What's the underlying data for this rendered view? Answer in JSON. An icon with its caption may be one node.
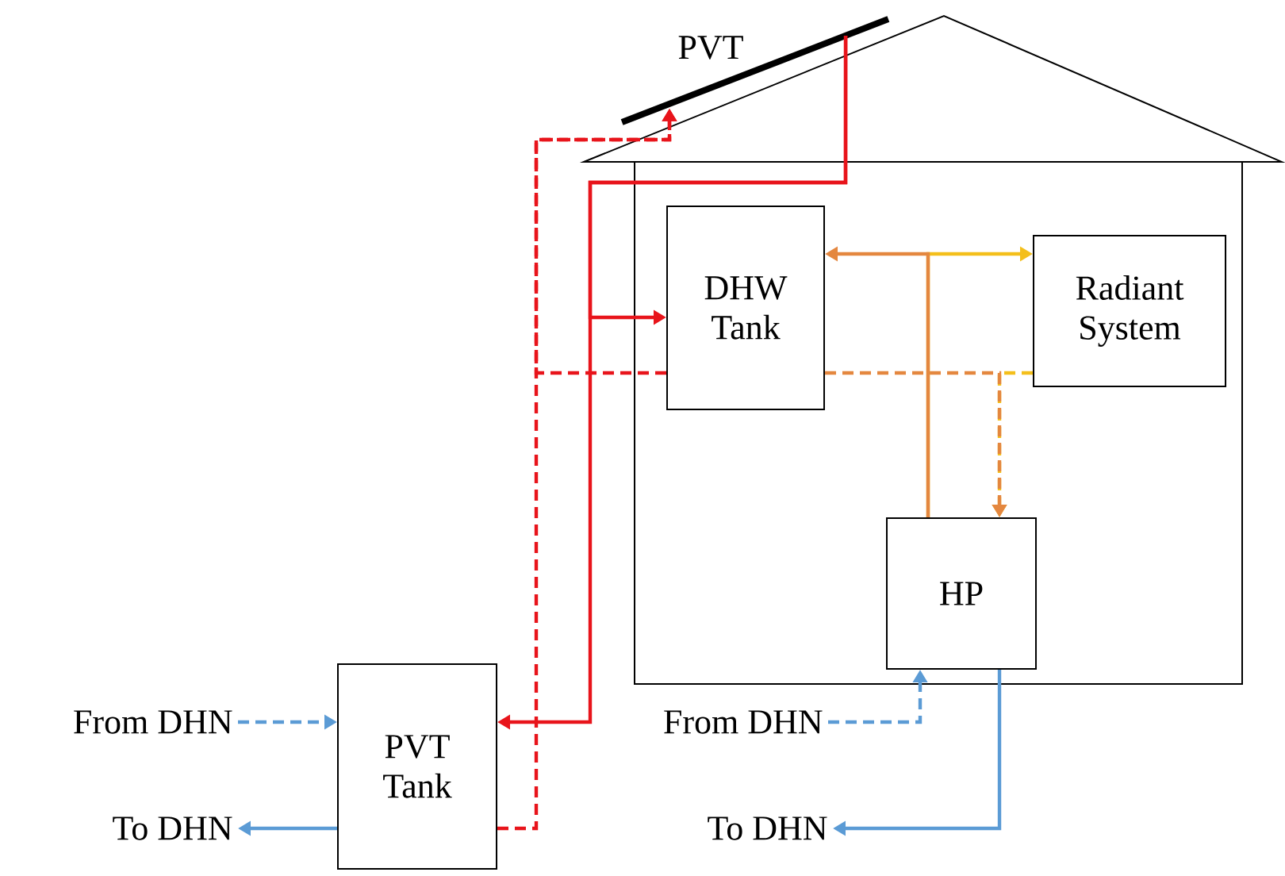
{
  "diagram": {
    "nodes": [
      {
        "text": [
          "PVT"
        ]
      },
      {
        "text": [
          "DHW Tank"
        ]
      },
      {
        "text": [
          "Radiant System"
        ]
      },
      {
        "text": [
          "HP"
        ]
      },
      {
        "text": [
          "PVT Tank"
        ]
      },
      {
        "text": [
          "From DHN"
        ]
      },
      {
        "text": [
          "To DHN"
        ]
      },
      {
        "text": [
          "From DHN"
        ]
      },
      {
        "text": [
          "To DHN"
        ]
      }
    ],
    "edges": [
      {
        "from": 0,
        "to": 4,
        "arrow": "to",
        "color": "#e8141b"
      },
      {
        "from": 0,
        "to": 1,
        "arrow": "to",
        "color": "#e8141b"
      },
      {
        "from": 4,
        "to": 0,
        "arrow": "to",
        "style": "dashed",
        "color": "#e8141b"
      },
      {
        "from": 1,
        "to": 0,
        "arrow": "to",
        "style": "dashed",
        "color": "#e8141b"
      },
      {
        "from": 3,
        "to": 1,
        "arrow": "to",
        "color": "#e4873f"
      },
      {
        "from": 3,
        "to": 2,
        "arrow": "to",
        "color": "#f4bf1b"
      },
      {
        "from": 1,
        "to": 3,
        "arrow": "to",
        "style": "dashed",
        "color": "#e4873f"
      },
      {
        "from": 2,
        "to": 3,
        "arrow": "to",
        "style": "dashed",
        "color": "#f4bf1b"
      },
      {
        "from": 5,
        "to": 4,
        "arrow": "to",
        "style": "dashed",
        "color": "#5b9bd5"
      },
      {
        "from": 4,
        "to": 6,
        "arrow": "to",
        "color": "#5b9bd5"
      },
      {
        "from": 7,
        "to": 3,
        "arrow": "to",
        "style": "dashed",
        "color": "#5b9bd5"
      },
      {
        "from": 3,
        "to": 8,
        "arrow": "to",
        "color": "#5b9bd5"
      }
    ]
  }
}
